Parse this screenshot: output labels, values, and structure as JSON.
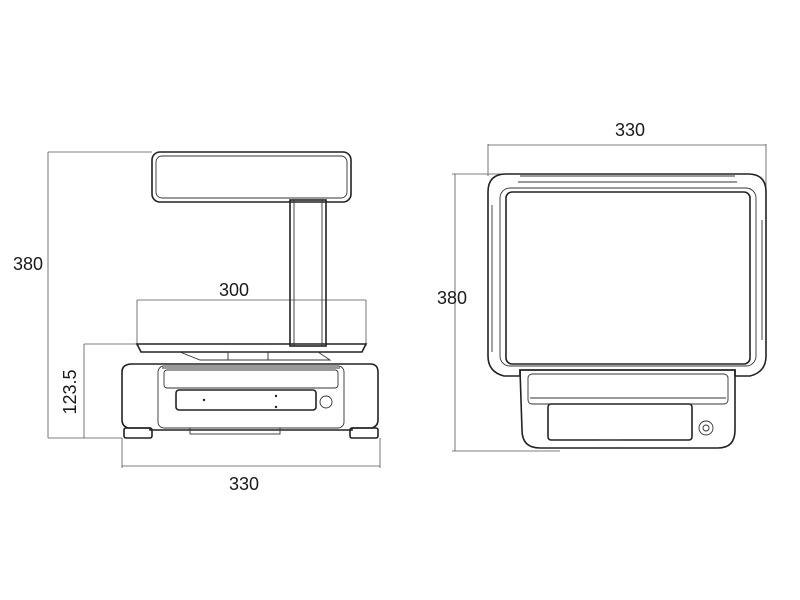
{
  "front_view": {
    "height_total_label": "380",
    "height_base_label": "123.5",
    "platter_width_label": "300",
    "base_width_label": "330"
  },
  "top_view": {
    "width_label": "330",
    "depth_label": "380"
  },
  "colors": {
    "line": "#222222",
    "dimension": "#555555",
    "background": "#ffffff"
  }
}
